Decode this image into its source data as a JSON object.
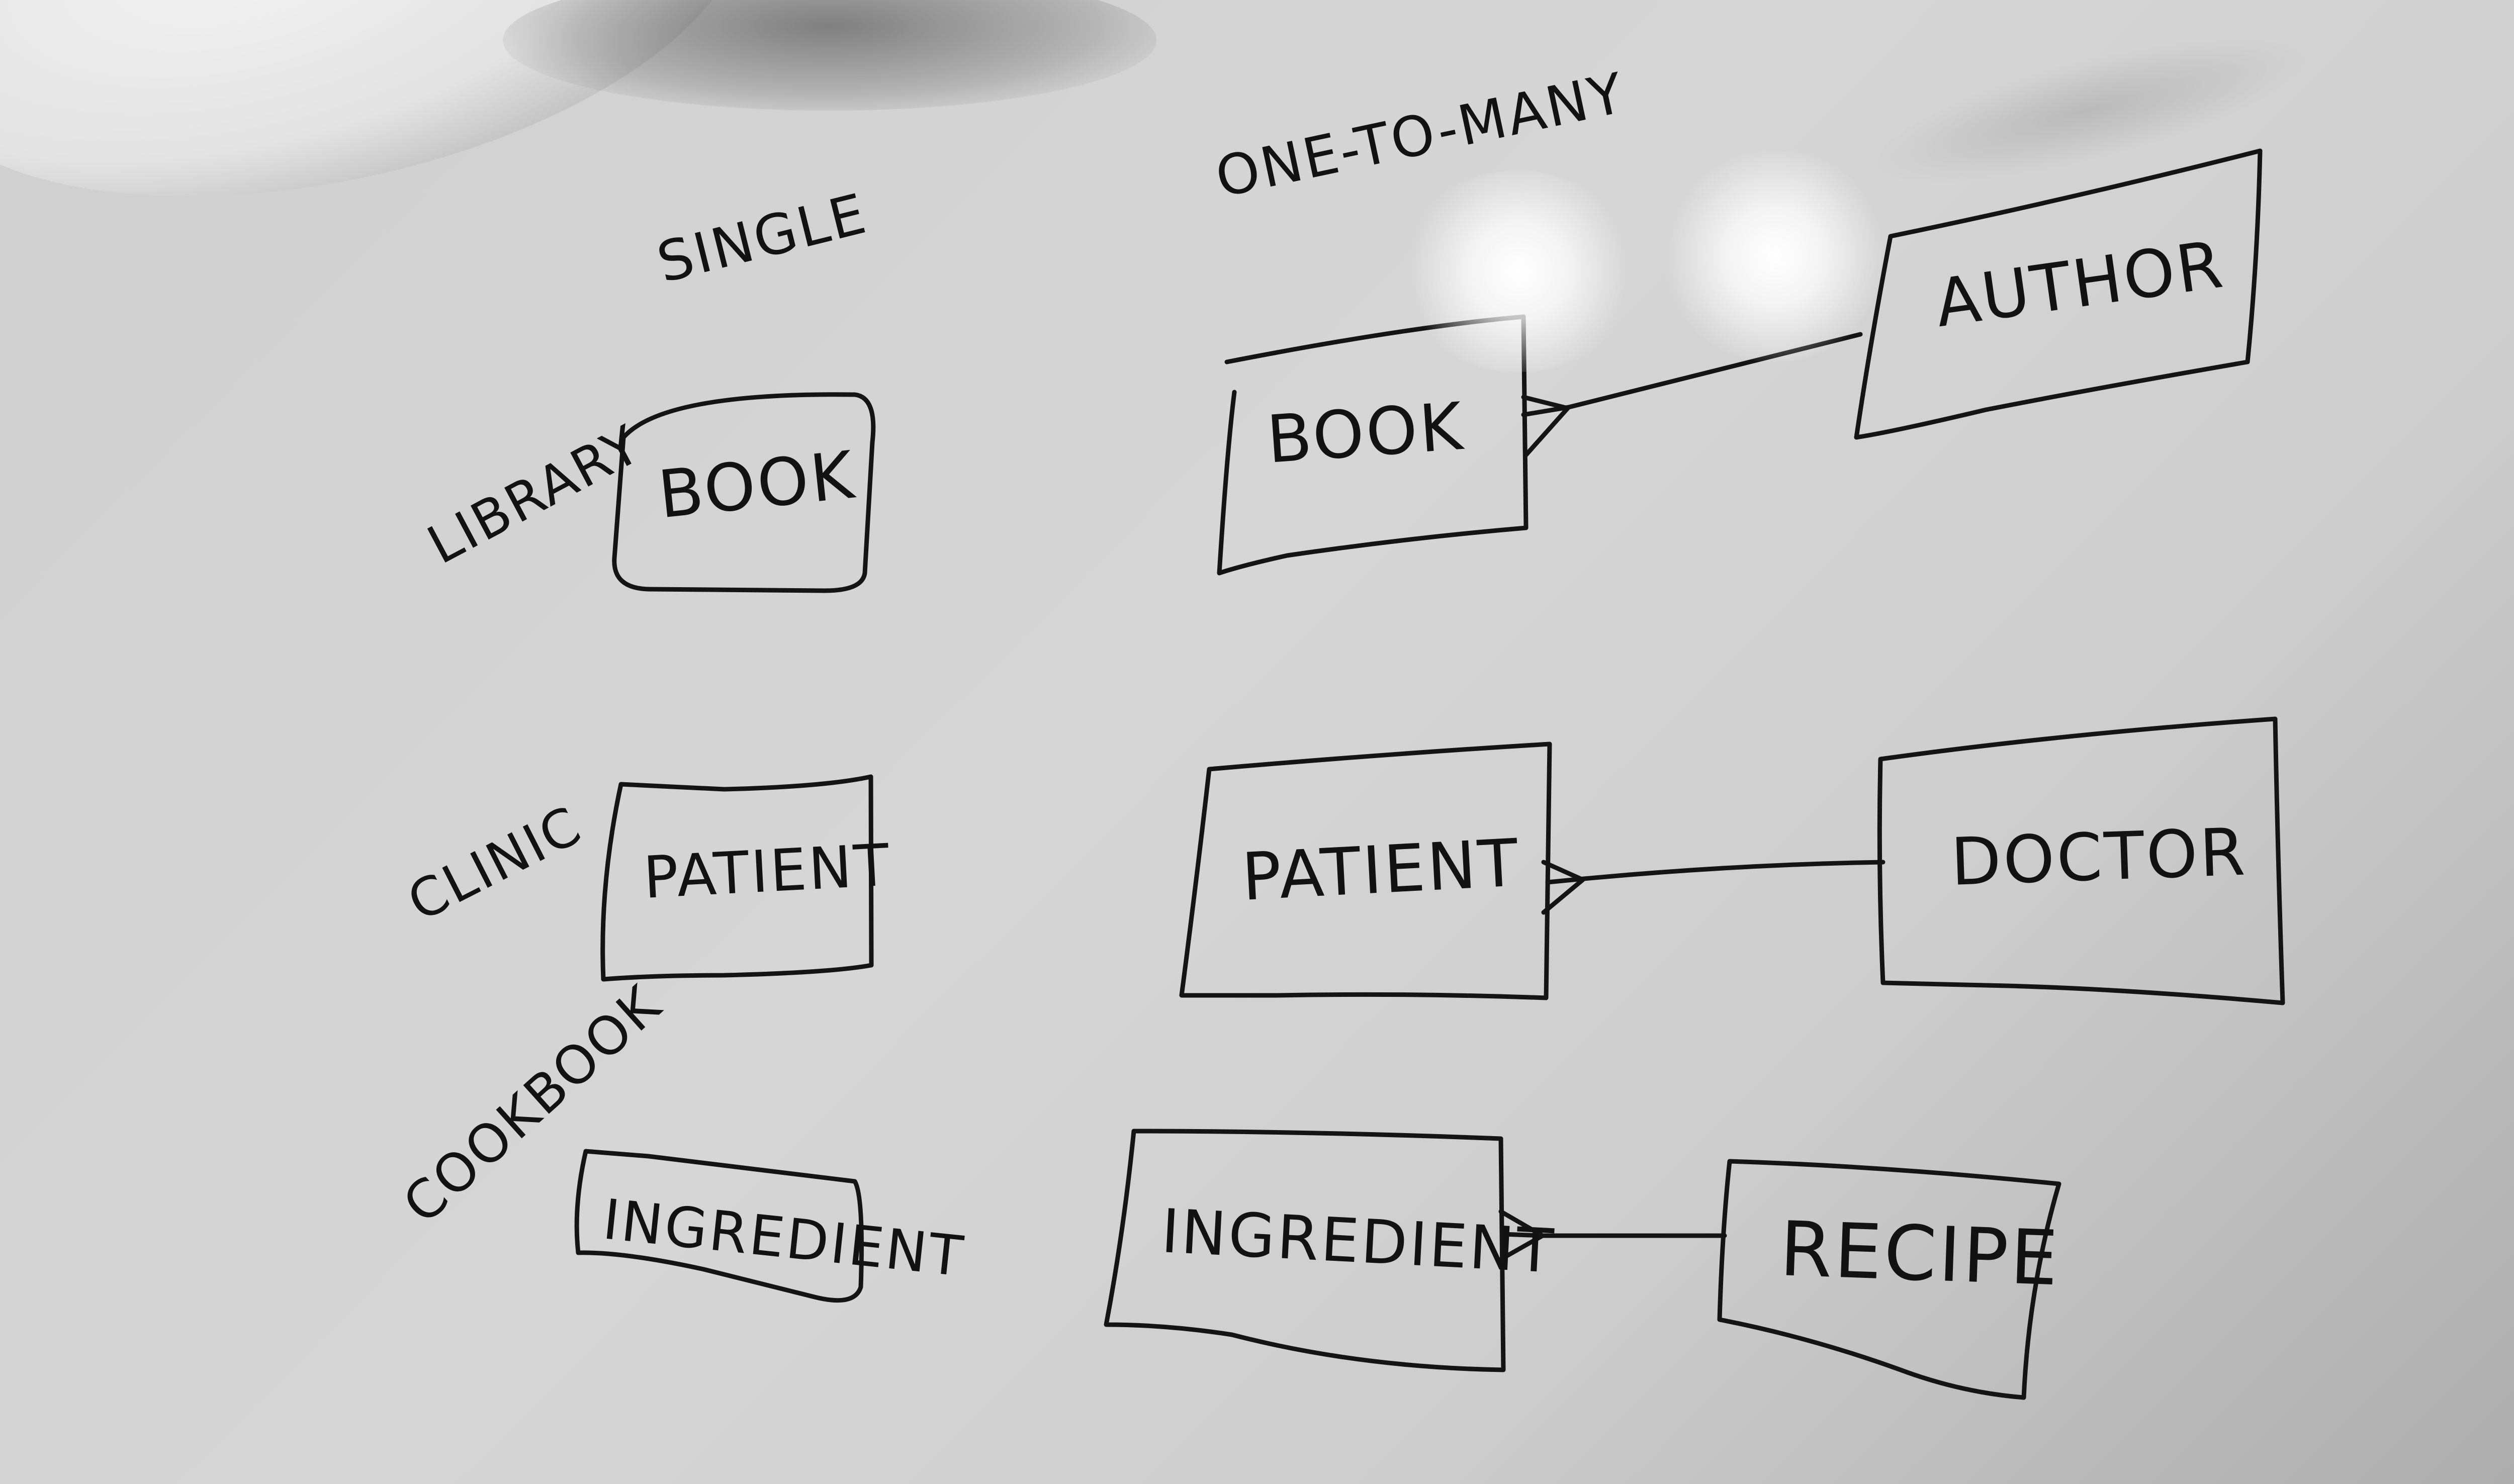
{
  "columns": {
    "single": "SINGLE",
    "one_to_many": "ONE-TO-MANY"
  },
  "rows": {
    "library": {
      "label": "LIBRARY",
      "single_entity": "BOOK",
      "many_entity": "BOOK",
      "one_entity": "AUTHOR"
    },
    "clinic": {
      "label": "CLINIC",
      "single_entity": "PATIENT",
      "many_entity": "PATIENT",
      "one_entity": "DOCTOR"
    },
    "cookbook": {
      "label": "COOKBOOK",
      "single_entity": "INGREDIENT",
      "many_entity": "INGREDIENT",
      "one_entity": "RECIPE"
    }
  },
  "relationship_notation": "crows-foot-icon",
  "colors": {
    "ink": "#141414",
    "whiteboard": "#d2d2d2"
  }
}
